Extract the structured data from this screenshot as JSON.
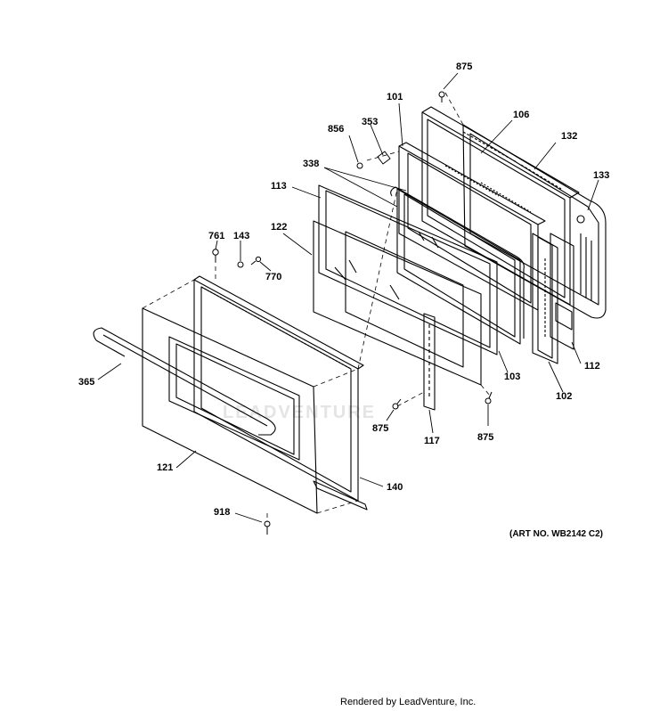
{
  "parts": [
    {
      "id": "callout-875-top",
      "label": "875"
    },
    {
      "id": "callout-101",
      "label": "101"
    },
    {
      "id": "callout-106",
      "label": "106"
    },
    {
      "id": "callout-353",
      "label": "353"
    },
    {
      "id": "callout-856",
      "label": "856"
    },
    {
      "id": "callout-132",
      "label": "132"
    },
    {
      "id": "callout-338",
      "label": "338"
    },
    {
      "id": "callout-133",
      "label": "133"
    },
    {
      "id": "callout-113",
      "label": "113"
    },
    {
      "id": "callout-122",
      "label": "122"
    },
    {
      "id": "callout-761",
      "label": "761"
    },
    {
      "id": "callout-143",
      "label": "143"
    },
    {
      "id": "callout-770",
      "label": "770"
    },
    {
      "id": "callout-365",
      "label": "365"
    },
    {
      "id": "callout-112",
      "label": "112"
    },
    {
      "id": "callout-103",
      "label": "103"
    },
    {
      "id": "callout-102",
      "label": "102"
    },
    {
      "id": "callout-875-left",
      "label": "875"
    },
    {
      "id": "callout-117",
      "label": "117"
    },
    {
      "id": "callout-875-right",
      "label": "875"
    },
    {
      "id": "callout-121",
      "label": "121"
    },
    {
      "id": "callout-140",
      "label": "140"
    },
    {
      "id": "callout-918",
      "label": "918"
    }
  ],
  "art_number": "(ART NO. WB2142 C2)",
  "credit": "Rendered by LeadVenture, Inc.",
  "watermark": "LEADVENTURE"
}
